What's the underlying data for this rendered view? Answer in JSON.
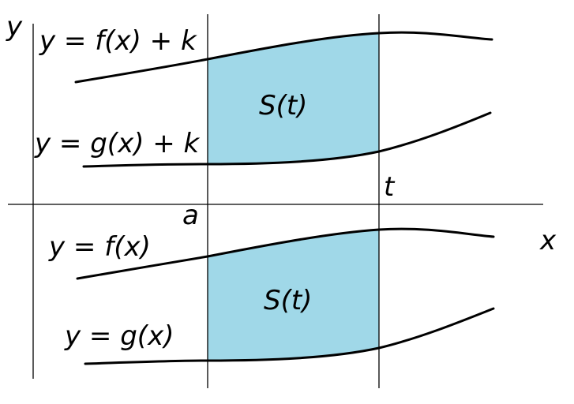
{
  "colors": {
    "region_fill": "#a0d8e8",
    "line": "#000000",
    "background": "#ffffff"
  },
  "axes": {
    "x_label": "x",
    "y_label": "y"
  },
  "markers": {
    "a_label": "a",
    "t_label": "t"
  },
  "upper": {
    "f_label": "y = f(x) + k",
    "g_label": "y = g(x) + k",
    "region_label": "S(t)"
  },
  "lower": {
    "f_label": "y = f(x)",
    "g_label": "y = g(x)",
    "region_label": "S(t)"
  }
}
